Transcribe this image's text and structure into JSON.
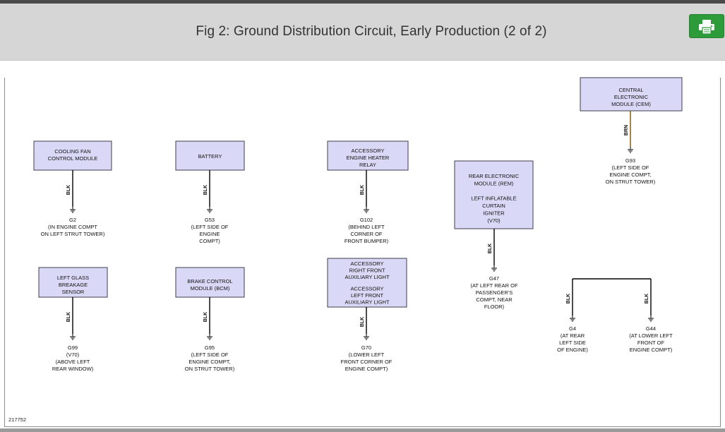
{
  "header": {
    "title": "Fig 2: Ground Distribution Circuit, Early Production (2 of 2)",
    "print_icon": "printer-icon",
    "print_button_color": "#2e9b3a"
  },
  "diagram": {
    "figure_number": "217752",
    "box_fill_color": "#d9d9f7",
    "modules": [
      {
        "lines": [
          "COOLING FAN",
          "CONTROL MODULE"
        ]
      },
      {
        "lines": [
          "BATTERY"
        ]
      },
      {
        "lines": [
          "ACCESSORY",
          "ENGINE HEATER",
          "RELAY"
        ]
      },
      {
        "lines": [
          "REAR ELECTRONIC",
          "MODULE (REM)",
          "",
          "LEFT INFLATABLE",
          "CURTAIN",
          "IGNITER",
          "(V70)"
        ]
      },
      {
        "lines": [
          "CENTRAL",
          "ELECTRONIC",
          "MODULE (CEM)"
        ]
      },
      {
        "lines": [
          "LEFT GLASS",
          "BREAKAGE",
          "SENSOR"
        ]
      },
      {
        "lines": [
          "BRAKE CONTROL",
          "MODULE (BCM)"
        ]
      },
      {
        "lines": [
          "ACCESSORY",
          "RIGHT FRONT",
          "AUXILIARY LIGHT",
          "ACCESSORY",
          "LEFT FRONT",
          "AUXILIARY LIGHT"
        ]
      }
    ],
    "wires": [
      "BLK",
      "BLK",
      "BLK",
      "BLK",
      "BRN",
      "BLK",
      "BLK",
      "BLK",
      "BLK",
      "BLK"
    ],
    "grounds": [
      {
        "lines": [
          "G2",
          "(IN ENGINE COMPT",
          "ON LEFT STRUT TOWER)"
        ]
      },
      {
        "lines": [
          "G53",
          "(LEFT SIDE OF",
          "ENGINE",
          "COMPT)"
        ]
      },
      {
        "lines": [
          "G102",
          "(BEHIND LEFT",
          "CORNER OF",
          "FRONT BUMPER)"
        ]
      },
      {
        "lines": [
          "G47",
          "(AT LEFT REAR OF",
          "PASSENGER'S",
          "COMPT, NEAR",
          "FLOOR)"
        ]
      },
      {
        "lines": [
          "G93",
          "(LEFT SIDE OF",
          "ENGINE COMPT,",
          "ON STRUT TOWER)"
        ]
      },
      {
        "lines": [
          "G99",
          "(V70)",
          "(ABOVE LEFT",
          "REAR WINDOW)"
        ]
      },
      {
        "lines": [
          "G95",
          "(LEFT SIDE OF",
          "ENGINE COMPT,",
          "ON STRUT TOWER)"
        ]
      },
      {
        "lines": [
          "G70",
          "(LOWER LEFT",
          "FRONT CORNER OF",
          "ENGINE COMPT)"
        ]
      },
      {
        "lines": [
          "G4",
          "(AT REAR",
          "LEFT SIDE",
          "OF ENGINE)"
        ]
      },
      {
        "lines": [
          "G44",
          "(AT LOWER LEFT",
          "FRONT OF",
          "ENGINE COMPT)"
        ]
      }
    ]
  }
}
